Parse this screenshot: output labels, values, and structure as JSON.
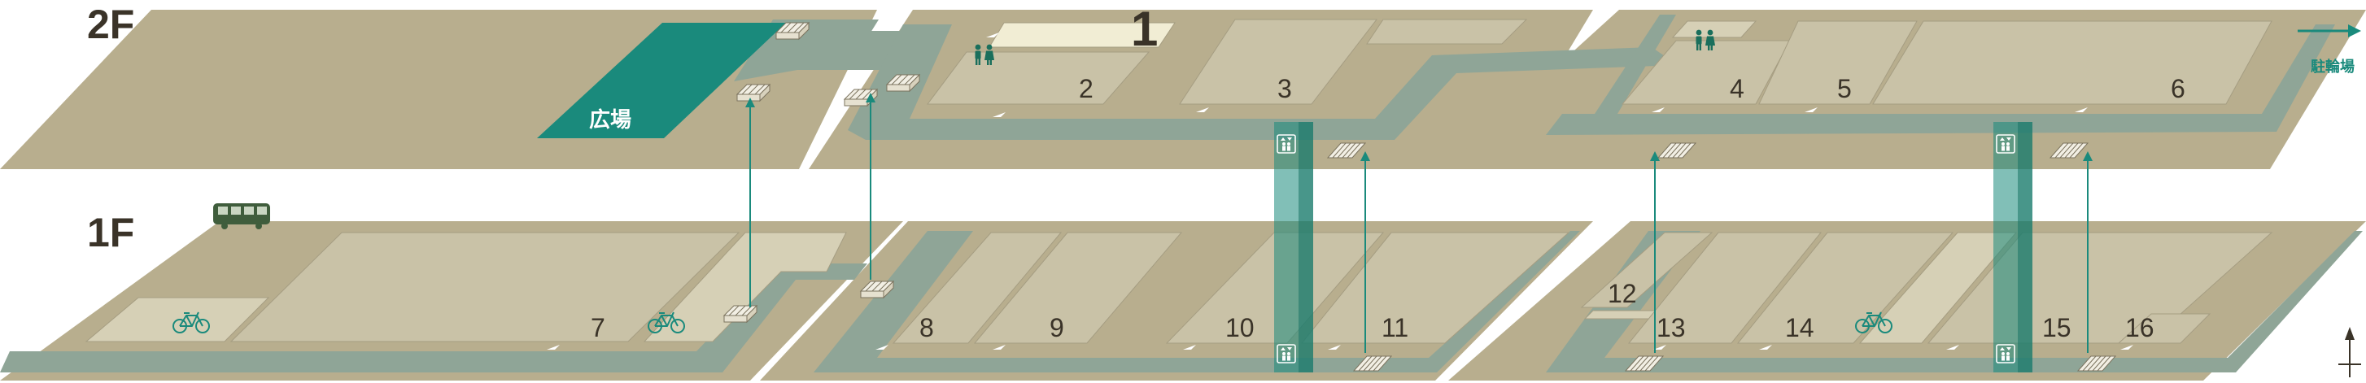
{
  "floors": {
    "upper": "2F",
    "lower": "1F"
  },
  "plaza": {
    "label": "広場"
  },
  "parking": {
    "label": "駐輪場"
  },
  "stores": {
    "s1": "1",
    "s2": "2",
    "s3": "3",
    "s4": "4",
    "s5": "5",
    "s6": "6",
    "s7": "7",
    "s8": "8",
    "s9": "9",
    "s10": "10",
    "s11": "11",
    "s12": "12",
    "s13": "13",
    "s14": "14",
    "s15": "15",
    "s16": "16"
  },
  "icons": {
    "restroom": "restroom-icon",
    "elevator": "elevator-icon",
    "stairs": "stairs-icon",
    "escalator": "escalator-icon",
    "bicycle": "bicycle-icon",
    "bus": "bus-icon",
    "north_arrow": "north-arrow-icon"
  },
  "colors": {
    "floor_base": "#b8ae8e",
    "store_fill": "#c9c2a7",
    "walkway": "#8fa597",
    "accent": "#1a8a7c",
    "plaza": "#1a8a7c",
    "text": "#3a3328"
  }
}
